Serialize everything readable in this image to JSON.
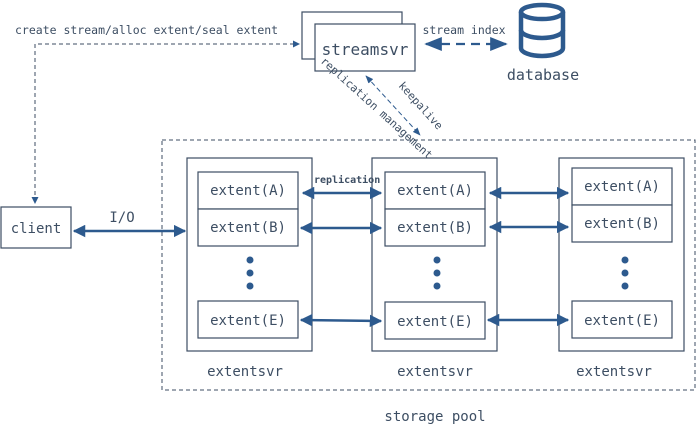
{
  "diagram": {
    "title": "streamsvr / extentsvr storage architecture",
    "colors": {
      "line": "#3d4e63",
      "arrow": "#2d5a8e",
      "text": "#3d4e63",
      "background": "#ffffff"
    },
    "nodes": {
      "client": "client",
      "streamsvr": "streamsvr",
      "database": "database",
      "storage_pool": "storage pool"
    },
    "edges": {
      "client_to_streamsvr": "create stream/alloc extent/seal extent",
      "streamsvr_to_database": "stream index",
      "keepalive": "keepalive",
      "replication_management": "replication management",
      "io": "I/O",
      "replication": "replication"
    },
    "extent_servers": [
      {
        "label": "extentsvr",
        "extents": [
          "extent(A)",
          "extent(B)",
          "extent(E)"
        ]
      },
      {
        "label": "extentsvr",
        "extents": [
          "extent(A)",
          "extent(B)",
          "extent(E)"
        ]
      },
      {
        "label": "extentsvr",
        "extents": [
          "extent(A)",
          "extent(B)",
          "extent(E)"
        ]
      }
    ],
    "icons": {
      "database": "database-cylinder-icon",
      "ellipsis": "vertical-ellipsis-icon"
    }
  }
}
